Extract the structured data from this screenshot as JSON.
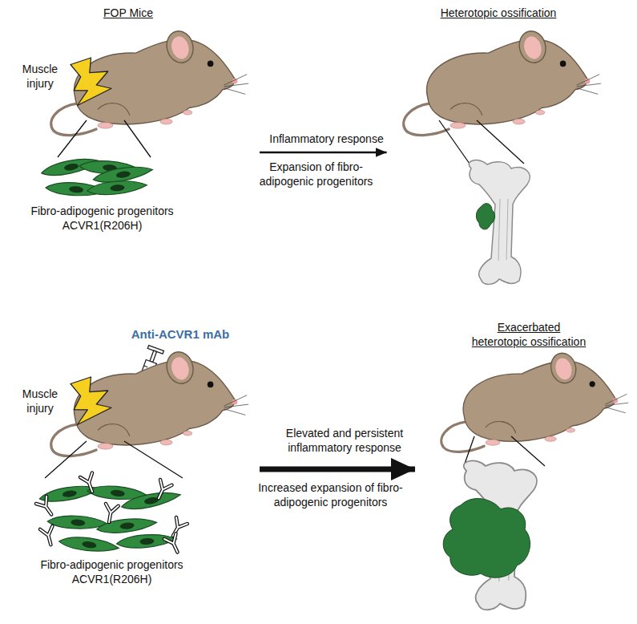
{
  "diagram": {
    "nodes": [
      {
        "text": [
          "FOP Mice",
          "Muscle injury",
          "Fibro-adipogenic progenitors ACVR1(R206H)"
        ]
      },
      {
        "text": [
          "Heterotopic ossification"
        ]
      },
      {
        "text": [
          "Anti-ACVR1 mAb",
          "Muscle injury",
          "Fibro-adipogenic progenitors ACVR1(R206H)"
        ]
      },
      {
        "text": [
          "Exacerbated heterotopic ossification"
        ]
      }
    ],
    "edges": [
      {
        "from": 0,
        "to": 1,
        "arrow": "to",
        "label": "Inflammatory response"
      },
      {
        "from": 2,
        "to": 3,
        "arrow": "to",
        "label": "Elevated and persistent inflammatory response"
      }
    ],
    "labels": [
      "Expansion of fibro-adipogenic progenitors",
      "Increased expansion of fibro-adipogenic progenitors"
    ]
  }
}
